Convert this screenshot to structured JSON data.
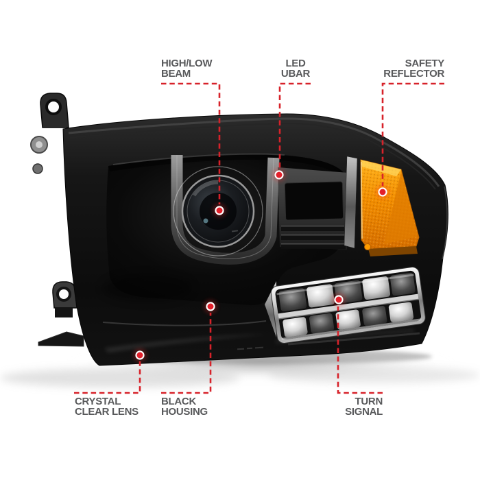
{
  "page": {
    "background": "#ffffff",
    "accent_red": "#d7222a",
    "label_color": "#58595b",
    "amber_color": "#f28d00",
    "housing_color": "#101010"
  },
  "callouts": {
    "high_low_beam": {
      "line1": "HIGH/LOW",
      "line2": "BEAM"
    },
    "led_ubar": {
      "line1": "LED",
      "line2": "UBAR"
    },
    "safety_reflector": {
      "line1": "SAFETY",
      "line2": "REFLECTOR"
    },
    "crystal_clear_lens": {
      "line1": "CRYSTAL",
      "line2": "CLEAR LENS"
    },
    "black_housing": {
      "line1": "BLACK",
      "line2": "HOUSING"
    },
    "turn_signal": {
      "line1": "TURN",
      "line2": "SIGNAL"
    }
  }
}
